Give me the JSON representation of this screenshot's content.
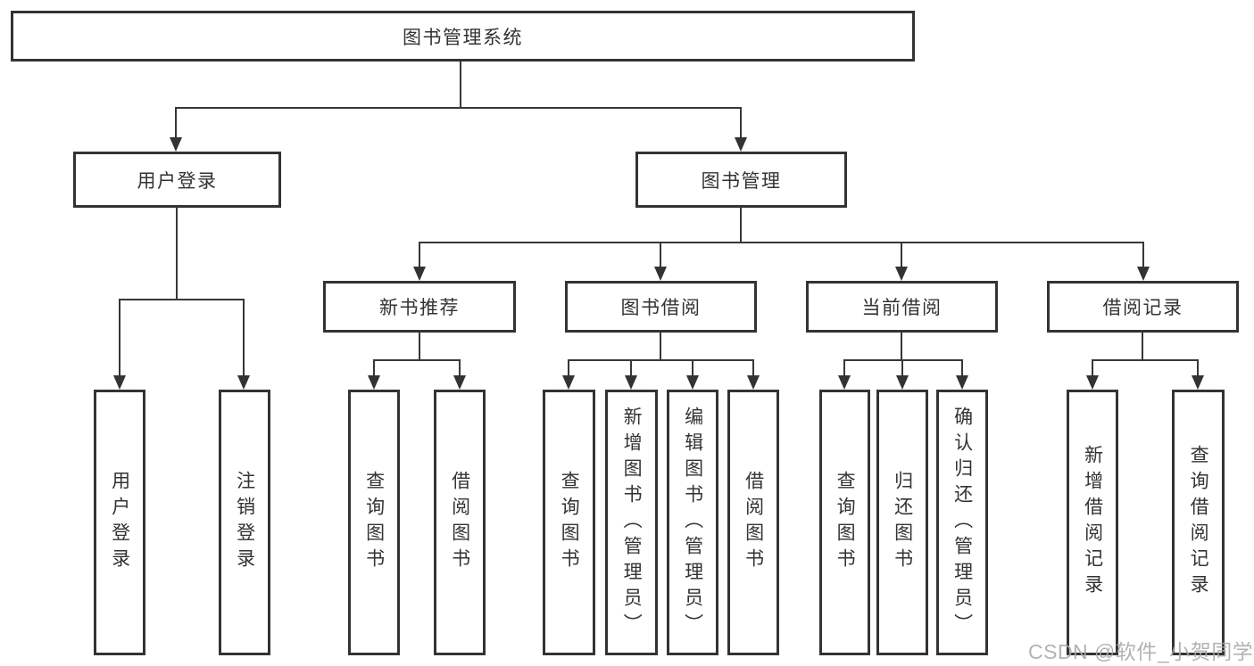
{
  "diagram": {
    "type": "hierarchy-tree",
    "tree": {
      "root": {
        "label": "图书管理系统"
      },
      "level2": [
        {
          "label": "用户登录"
        },
        {
          "label": "图书管理"
        }
      ],
      "level3": [
        {
          "label": "新书推荐"
        },
        {
          "label": "图书借阅"
        },
        {
          "label": "当前借阅"
        },
        {
          "label": "借阅记录"
        }
      ],
      "leaves": {
        "user_login": [
          "用户登录",
          "注销登录"
        ],
        "new_book": [
          "查询图书",
          "借阅图书"
        ],
        "book_borrow": [
          "查询图书",
          "新增图书（管理员）",
          "编辑图书（管理员）",
          "借阅图书"
        ],
        "current_borrow": [
          "查询图书",
          "归还图书",
          "确认归还（管理员）"
        ],
        "borrow_record": [
          "新增借阅记录",
          "查询借阅记录"
        ]
      }
    },
    "colors": {
      "line": "#333333",
      "text": "#333333",
      "background": "#ffffff",
      "watermark": "#a6a9ad"
    }
  },
  "watermark": {
    "text": "CSDN @软件_小贺同学"
  }
}
